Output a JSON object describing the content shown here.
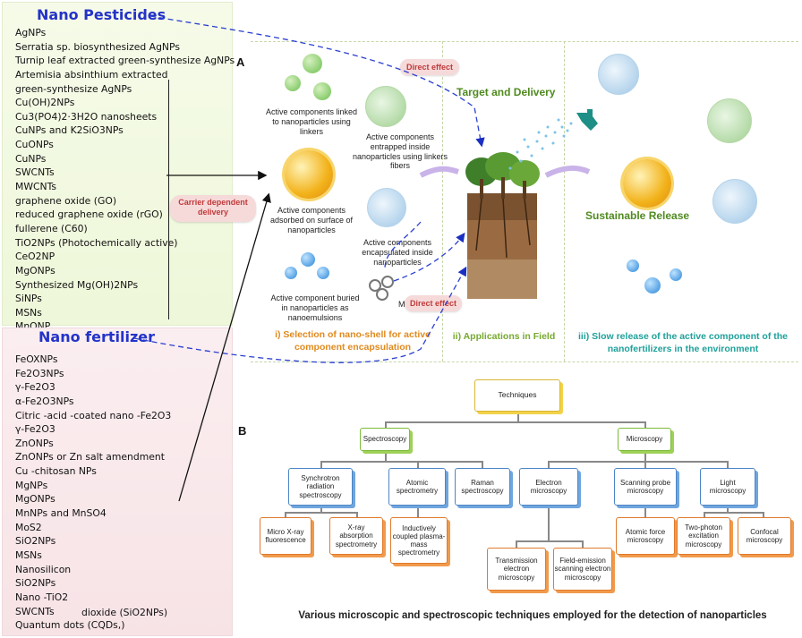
{
  "panel_letters": {
    "a": "A",
    "b": "B"
  },
  "nano_pesticides": {
    "title": "Nano Pesticides",
    "items": [
      "AgNPs",
      "Serratia sp. biosynthesized AgNPs",
      "Turnip  leaf extracted green-synthesize AgNPs",
      "Artemisia absinthium extracted",
      "green-synthesize AgNPs",
      "Cu(OH)2NPs",
      "Cu3(PO4)2·3H2O nanosheets",
      "CuNPs and K2SiO3NPs",
      "CuONPs",
      "CuNPs",
      "SWCNTs",
      "MWCNTs",
      "graphene oxide (GO)",
      "reduced graphene oxide (rGO)",
      "fullerene (C60)",
      "TiO2NPs (Photochemically active)",
      "CeO2NP",
      "MgONPs",
      "Synthesized  Mg(OH)2NPs",
      "SiNPs",
      "MSNs",
      "MnONP"
    ]
  },
  "nano_fertilizer": {
    "title": "Nano fertilizer",
    "items": [
      "FeOXNPs",
      "Fe2O3NPs",
      "γ-Fe2O3",
      "α-Fe2O3NPs",
      "Citric  -acid -coated nano -Fe2O3",
      "γ-Fe2O3",
      "ZnONPs",
      "ZnONPs or Zn salt amendment",
      "Cu -chitosan NPs",
      "MgNPs",
      "MgONPs",
      "MnNPs and MnSO4",
      "MoS2",
      "SiO2NPs",
      "MSNs",
      "Nanosilicon",
      "SiO2NPs",
      "Nano -TiO2",
      "SWCNTs",
      "Quantum dots (CQDs,)"
    ],
    "side_note": "dioxide (SiO2NPs)"
  },
  "carrier_label": "Carrier dependent delivery",
  "panel_a": {
    "direct_effect_1": "Direct effect",
    "direct_effect_2": "Direct effect",
    "target_delivery": "Target and Delivery",
    "sustainable_release": "Sustainable Release",
    "labels": {
      "linkers": "Active components linked to nanoparticles using linkers",
      "entrapped": "Active components entrapped inside nanoparticles using linkers fibers",
      "adsorbed": "Active components adsorbed on surface of nanoparticles",
      "encapsulated": "Active components encapsulated inside nanoparticles",
      "buried": "Active component buried in nanoparticles as nanoemulsions",
      "metallic": "Metallic NPs"
    },
    "caption_i": "i) Selection of nano-shell for active component encapsulation",
    "caption_ii": "ii) Applications in Field",
    "caption_iii": "iii) Slow release of the active component of the nanofertilizers in the environment"
  },
  "panel_b": {
    "root": "Techniques",
    "spectroscopy": "Spectroscopy",
    "microscopy": "Microscopy",
    "synchrotron": "Synchrotron radiation spectroscopy",
    "atomic_spec": "Atomic spectrometry",
    "raman": "Raman spectroscopy",
    "electron": "Electron microscopy",
    "scanning": "Scanning probe microscopy",
    "light": "Light microscopy",
    "micro_xray": "Micro X-ray fluorescence",
    "xray_abs": "X-ray absorption spectrometry",
    "icp": "Inductively coupled plasma-mass spectrometry",
    "tem": "Transmission electron microscopy",
    "fesem": "Field-emission scanning electron microscopy",
    "afm": "Atomic force microscopy",
    "two_photon": "Two-photon excitation microscopy",
    "confocal": "Confocal microscopy",
    "caption": "Various microscopic and spectroscopic techniques employed for the detection of nanoparticles"
  }
}
